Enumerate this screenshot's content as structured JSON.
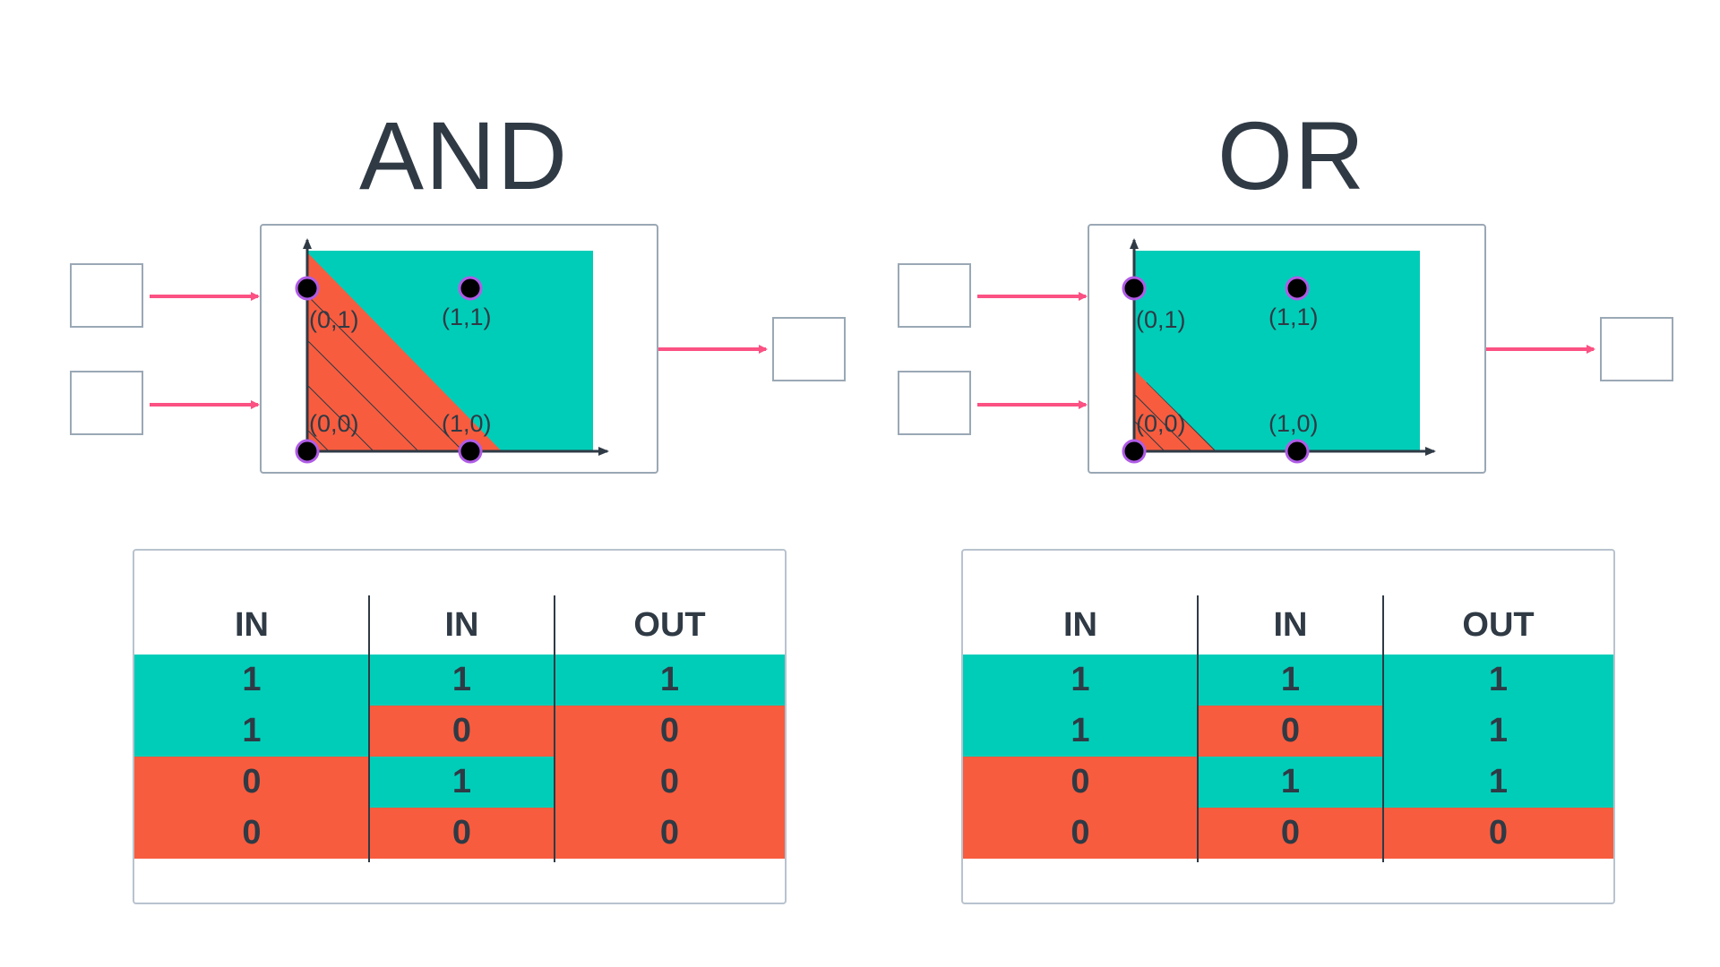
{
  "gates": [
    {
      "title": "AND",
      "points": [
        {
          "label": "(0,1)"
        },
        {
          "label": "(1,1)"
        },
        {
          "label": "(0,0)"
        },
        {
          "label": "(1,0)"
        }
      ],
      "table": {
        "headers": [
          "IN",
          "IN",
          "OUT"
        ],
        "rows": [
          [
            "1",
            "1",
            "1"
          ],
          [
            "1",
            "0",
            "0"
          ],
          [
            "0",
            "1",
            "0"
          ],
          [
            "0",
            "0",
            "0"
          ]
        ]
      }
    },
    {
      "title": "OR",
      "points": [
        {
          "label": "(0,1)"
        },
        {
          "label": "(1,1)"
        },
        {
          "label": "(0,0)"
        },
        {
          "label": "(1,0)"
        }
      ],
      "table": {
        "headers": [
          "IN",
          "IN",
          "OUT"
        ],
        "rows": [
          [
            "1",
            "1",
            "1"
          ],
          [
            "1",
            "0",
            "1"
          ],
          [
            "0",
            "1",
            "1"
          ],
          [
            "0",
            "0",
            "0"
          ]
        ]
      }
    }
  ],
  "colors": {
    "true_region": "#00cdb8",
    "false_region": "#f85c3e",
    "arrow": "#fb5183",
    "point_outline": "#b05ce6",
    "axis": "#2f3a45",
    "box_border": "#9aa8b5"
  }
}
